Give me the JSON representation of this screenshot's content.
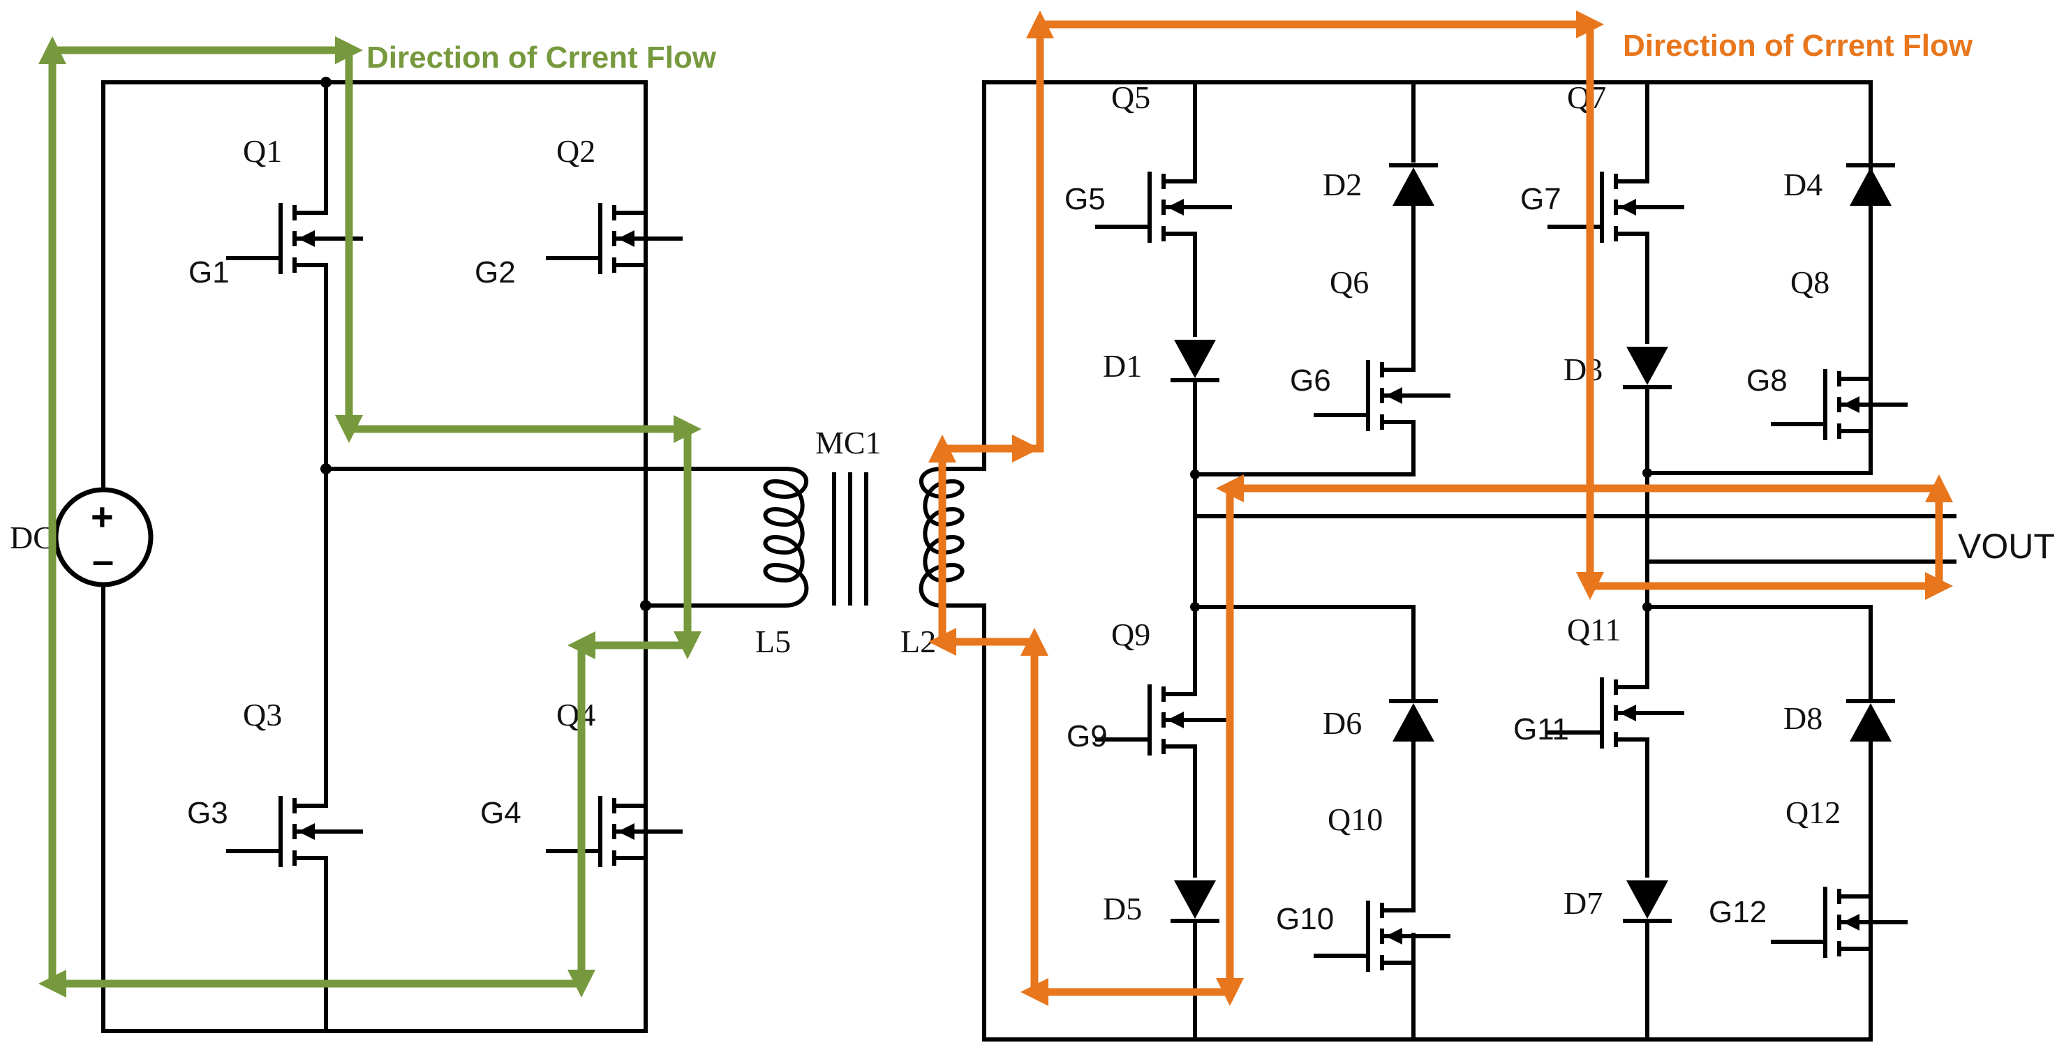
{
  "titles": {
    "left_flow": "Direction of Crrent Flow",
    "right_flow": "Direction of Crrent Flow"
  },
  "colors": {
    "left_flow": "#77993e",
    "right_flow": "#e8761c",
    "wire": "#000000"
  },
  "source": {
    "label": "DC",
    "plus": "+",
    "minus": "–"
  },
  "transformer": {
    "label": "MC1",
    "primary": "L5",
    "secondary": "L2"
  },
  "output": {
    "label": "VOUT"
  },
  "primary_bridge": {
    "Q1": {
      "label": "Q1",
      "gate": "G1"
    },
    "Q2": {
      "label": "Q2",
      "gate": "G2"
    },
    "Q3": {
      "label": "Q3",
      "gate": "G3"
    },
    "Q4": {
      "label": "Q4",
      "gate": "G4"
    }
  },
  "secondary": {
    "Q5": {
      "label": "Q5",
      "gate": "G5"
    },
    "Q6": {
      "label": "Q6",
      "gate": "G6"
    },
    "Q7": {
      "label": "Q7",
      "gate": "G7"
    },
    "Q8": {
      "label": "Q8",
      "gate": "G8"
    },
    "Q9": {
      "label": "Q9",
      "gate": "G9"
    },
    "Q10": {
      "label": "Q10",
      "gate": "G10"
    },
    "Q11": {
      "label": "Q11",
      "gate": "G11"
    },
    "Q12": {
      "label": "Q12",
      "gate": "G12"
    },
    "D1": "D1",
    "D2": "D2",
    "D3": "D3",
    "D4": "D4",
    "D5": "D5",
    "D6": "D6",
    "D7": "D7",
    "D8": "D8"
  }
}
